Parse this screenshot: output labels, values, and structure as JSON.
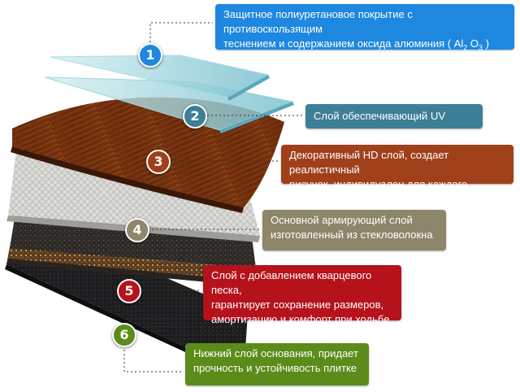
{
  "layers": [
    {
      "number": "1",
      "label_lines": [
        "Защитное полиуретановое покрытие с противоскользящим",
        "теснением и содержанием  оксида алюминия ( Al"
      ],
      "formula_sub1": "2",
      "formula_mid": " O",
      "formula_sub2": "3",
      "formula_end": " )",
      "color": "#1e88e0"
    },
    {
      "number": "2",
      "label_lines": [
        "Слой обеспечивающий UV защиту"
      ],
      "color": "#3d7f96"
    },
    {
      "number": "3",
      "label_lines": [
        "Декоративный HD слой, создает реалистичный",
        "рисунок, индивидуален для каждого дизайна"
      ],
      "color": "#a0401a"
    },
    {
      "number": "4",
      "label_lines": [
        "Основной армирующий слой",
        "изготовленный из стекловолокна"
      ],
      "color": "#8e866a"
    },
    {
      "number": "5",
      "label_lines": [
        "Слой с добавлением кварцевого песка,",
        "гарантирует сохранение размеров,",
        "амортизацию и комфорт при ходьбе"
      ],
      "color": "#b5121c"
    },
    {
      "number": "6",
      "label_lines": [
        "Нижний слой основания, придает",
        "прочность и устойчивость плитке"
      ],
      "color": "#5b8c1a"
    }
  ]
}
